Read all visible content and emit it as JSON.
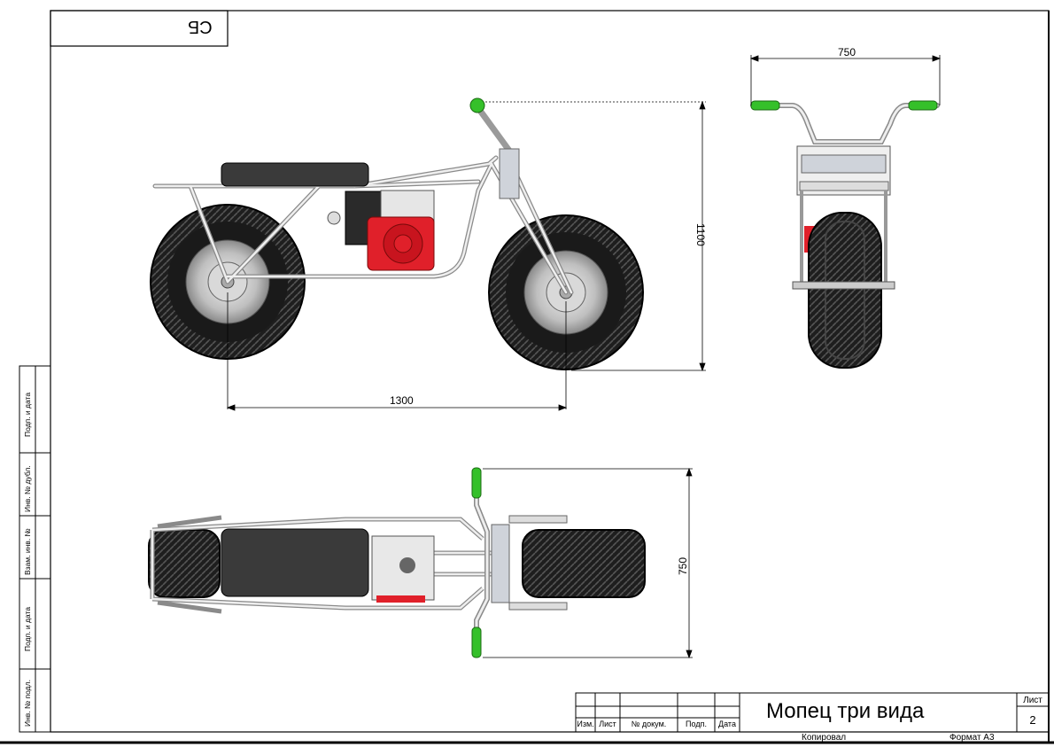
{
  "stamp": {
    "code": "СБ"
  },
  "drawing": {
    "side_view": {
      "wheelbase_dim": "1300",
      "height_dim": "1100"
    },
    "front_view": {
      "width_dim": "750"
    },
    "top_view": {
      "width_dim": "750"
    }
  },
  "left_strip": {
    "labels": [
      "Подп. и дата",
      "Инв. № дубл.",
      "Взам. инв. №",
      "Подп. и дата",
      "Инв. № подл."
    ]
  },
  "title_block": {
    "title": "Мопец три вида",
    "columns": [
      "Изм.",
      "Лист",
      "№ докум.",
      "Подп.",
      "Дата"
    ],
    "sheet_label": "Лист",
    "sheet_number": "2",
    "copied": "Копировал",
    "format": "Формат А3"
  },
  "colors": {
    "engine_red": "#e0202a",
    "grip_green": "#35c02a",
    "tire": "#1e1e1e",
    "frame": "#e6e6e6",
    "seat": "#3a3a3a"
  }
}
